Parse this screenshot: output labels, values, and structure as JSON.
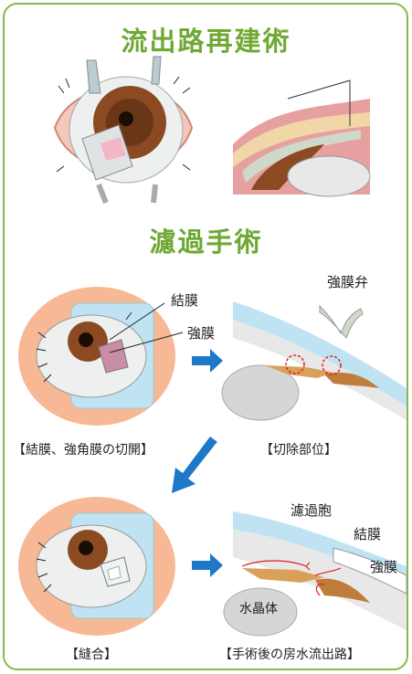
{
  "headings": {
    "top": "流出路再建術",
    "middle": "濾過手術"
  },
  "labels": {
    "conjunctiva": "結膜",
    "sclera": "強膜",
    "scleral_flap": "強膜弁",
    "bleb": "濾過胞",
    "lens": "水晶体"
  },
  "captions": {
    "incision": "【結膜、強角膜の切開】",
    "excision_site": "【切除部位】",
    "suture": "【縫合】",
    "outflow_path": "【手術後の房水流出路】"
  },
  "colors": {
    "accent_green": "#6fa934",
    "border_green": "#8cb84a",
    "arrow_blue": "#1e78c8",
    "skin": "#f7b896",
    "cornea_blue": "#bfe3f3",
    "iris_brown": "#8b4a22"
  }
}
